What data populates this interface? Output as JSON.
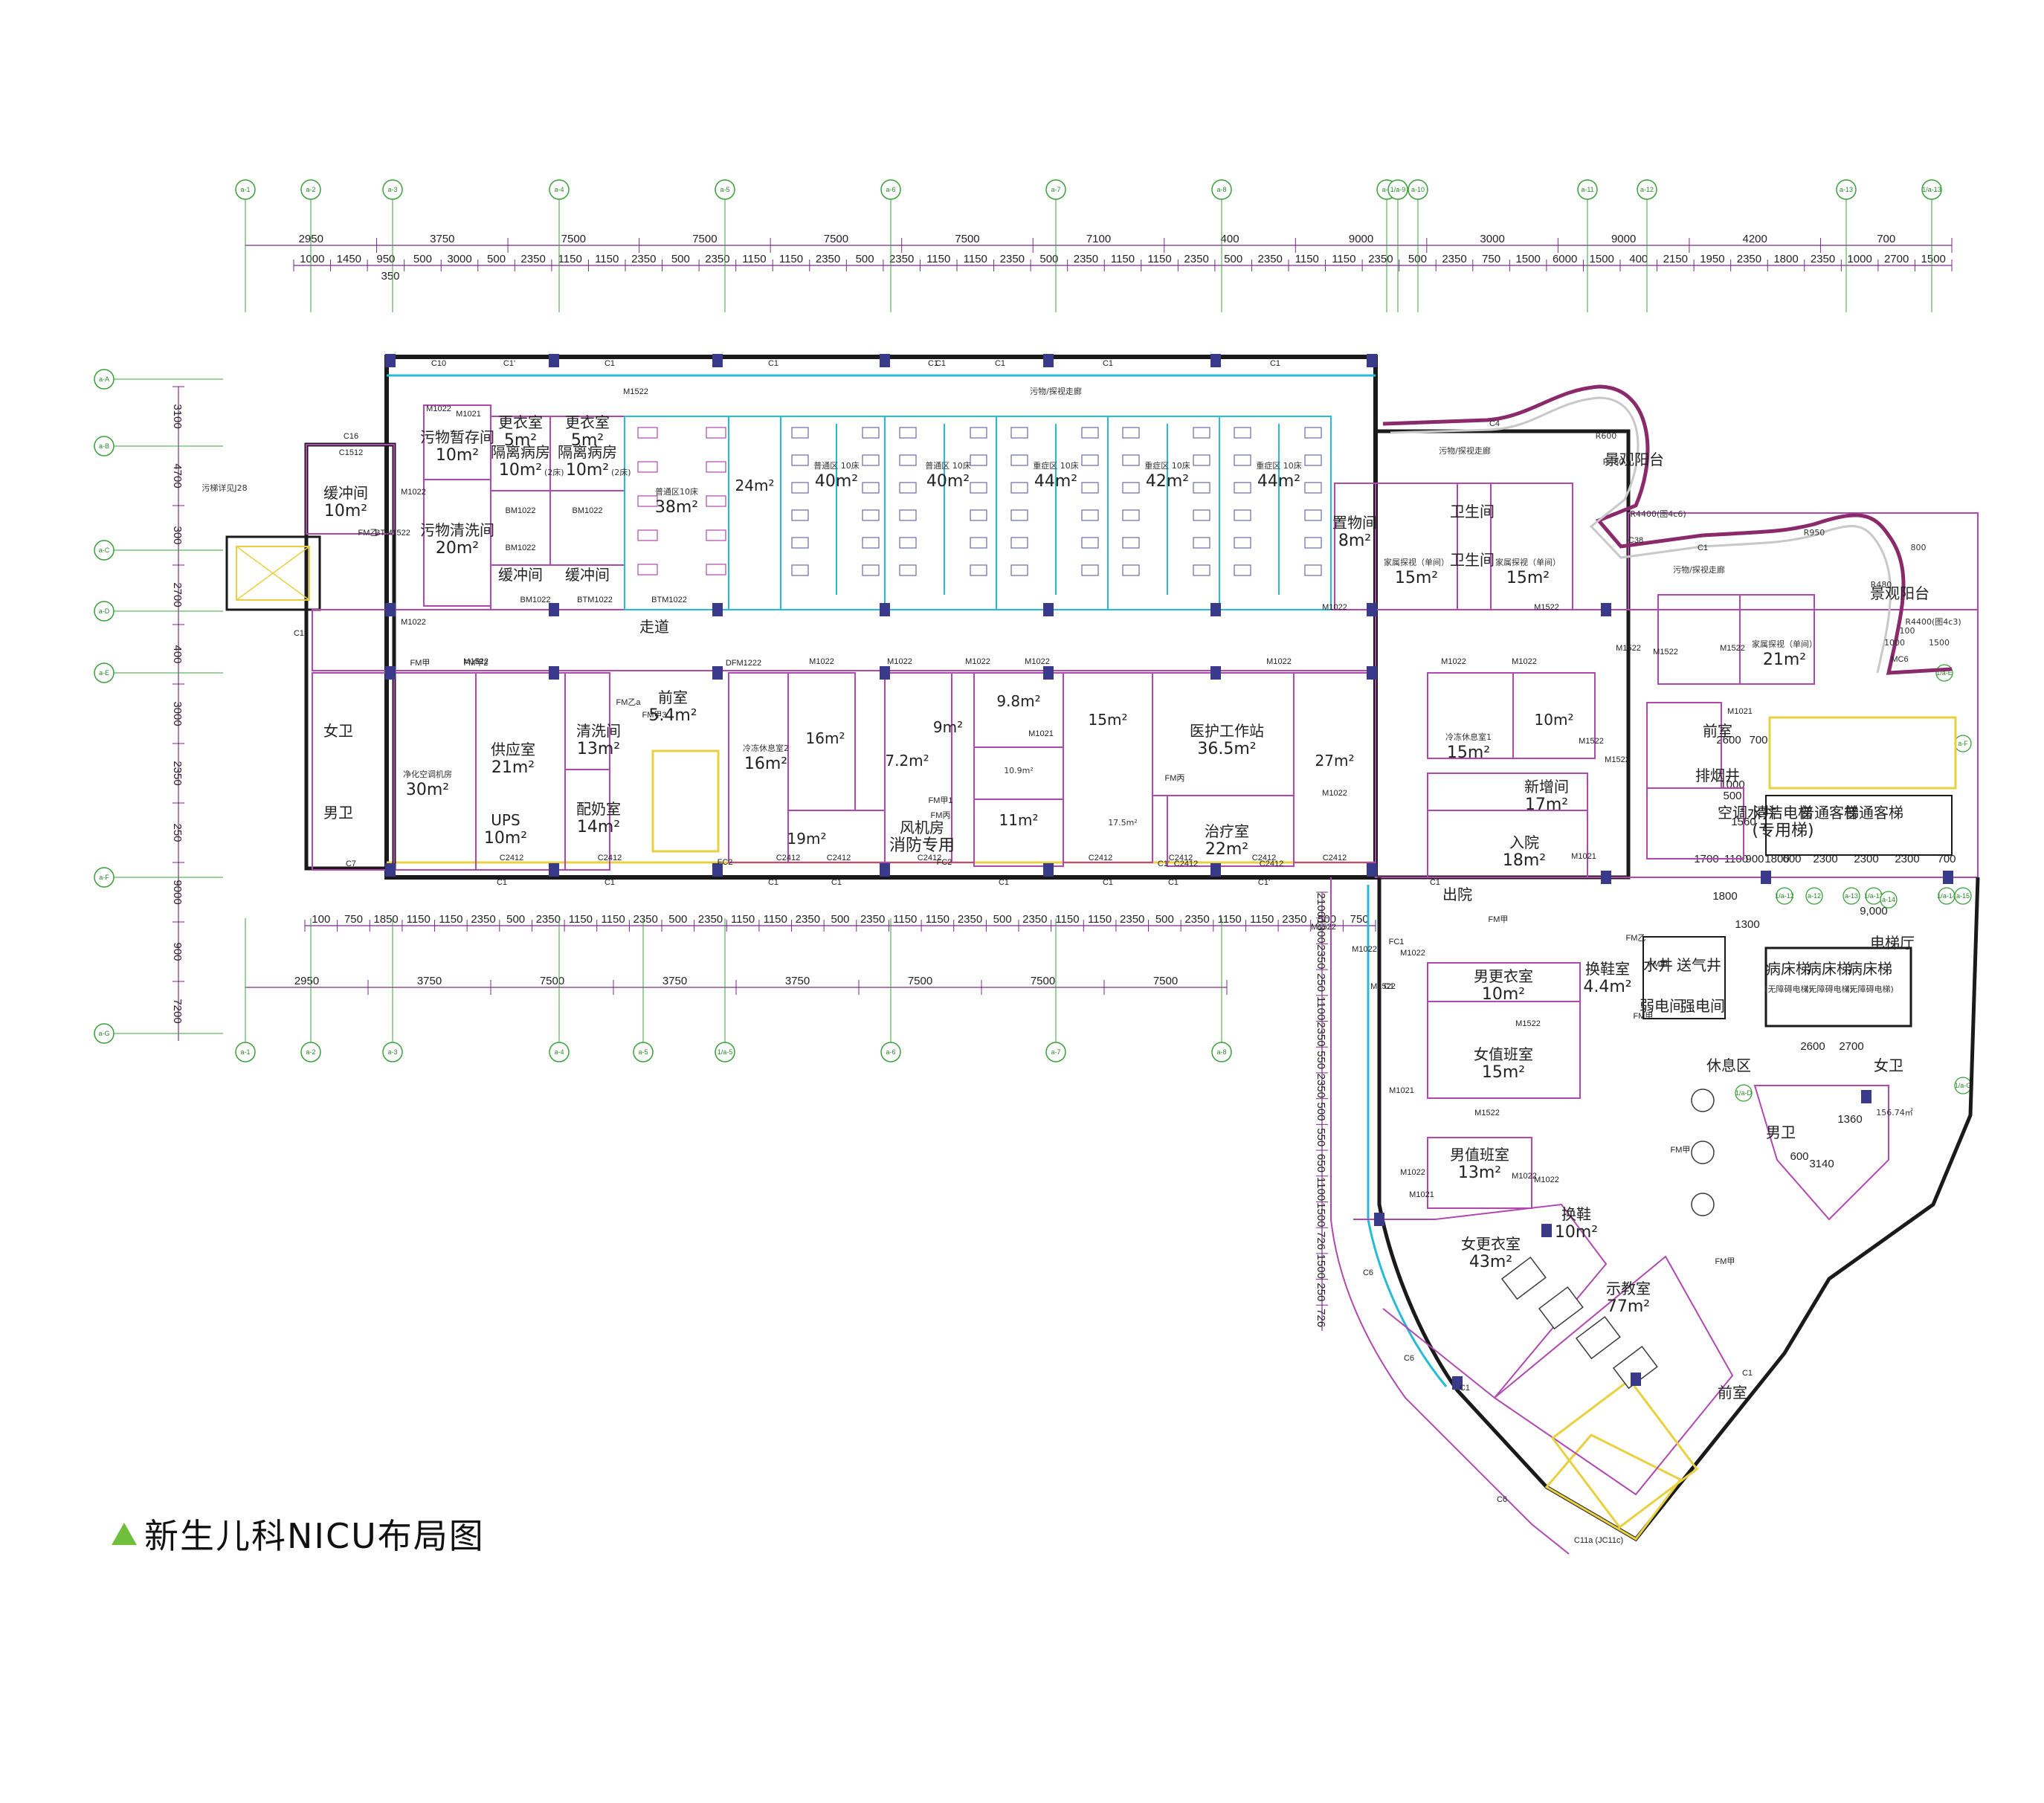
{
  "title": "新生儿科NICU布局图",
  "colors": {
    "wall": "#1a1a1a",
    "partition": "#b048b0",
    "glass": "#28b8d8",
    "axis": "#3aa03a",
    "dim_line": "#7a2a8a",
    "column": "#3a3a8a",
    "stair": "#e8d040",
    "accent": "#6fbf3c",
    "corridor_green": "#4fb040"
  },
  "dims_top_major": [
    "2950",
    "3750",
    "7500",
    "7500",
    "7500",
    "7500",
    "7100",
    "400",
    "9000",
    "3000",
    "9000",
    "4200",
    "700"
  ],
  "dims_top_minor": [
    "1000",
    "1450",
    "950",
    "500",
    "3000",
    "500",
    "2350",
    "1150",
    "1150",
    "2350",
    "500",
    "2350",
    "1150",
    "1150",
    "2350",
    "500",
    "2350",
    "1150",
    "1150",
    "2350",
    "500",
    "2350",
    "1150",
    "1150",
    "2350",
    "500",
    "2350",
    "1150",
    "1150",
    "2350",
    "500",
    "2350",
    "750",
    "1500",
    "6000",
    "1500",
    "400",
    "2150",
    "1950",
    "2350",
    "1800",
    "2350",
    "1000",
    "2700",
    "1500"
  ],
  "dim_350": "350",
  "dims_bottom_minor": [
    "100",
    "750",
    "1850",
    "1150",
    "1150",
    "2350",
    "500",
    "2350",
    "1150",
    "1150",
    "2350",
    "500",
    "2350",
    "1150",
    "1150",
    "2350",
    "500",
    "2350",
    "1150",
    "1150",
    "2350",
    "500",
    "2350",
    "1150",
    "1150",
    "2350",
    "500",
    "2350",
    "1150",
    "1150",
    "2350",
    "500",
    "750"
  ],
  "dims_bottom_major": [
    "2950",
    "3750",
    "7500",
    "3750",
    "3750",
    "7500",
    "7500",
    "7500"
  ],
  "dims_left": [
    "3100",
    "4700",
    "300",
    "2700",
    "400",
    "3000",
    "2350",
    "250",
    "9000",
    "900",
    "7200"
  ],
  "dims_right_mid": [
    "2600",
    "700",
    "1000",
    "500",
    "1560",
    "1700",
    "1100",
    "900",
    "1800",
    "600",
    "2300",
    "2300",
    "2300",
    "700",
    "1800",
    "1300",
    "2600",
    "2700",
    "9,000",
    "1360",
    "3140",
    "600"
  ],
  "dims_vertical_lower": [
    "2100",
    "1300",
    "2350",
    "250",
    "1100",
    "2350",
    "550",
    "2350",
    "500",
    "550",
    "650",
    "1100",
    "1500",
    "726",
    "1500",
    "250",
    "726"
  ],
  "area_labels": {
    "stair_area": "156.74㎡",
    "curve_r600": "R600",
    "curve_r480": "R480",
    "curve_r4400a": "R4400(图4c6)",
    "curve_r950": "R950",
    "curve_r480b": "R480",
    "curve_r4400b": "R4400(图4c3)",
    "label_800": "800",
    "label_1000": "1000",
    "label_1500": "1500",
    "label_100": "100"
  },
  "windows": [
    "C10",
    "C1'",
    "C1",
    "C1",
    "C1",
    "C1",
    "C1",
    "C1",
    "C1",
    "C4",
    "C38",
    "C1",
    "C16",
    "C1512",
    "C1",
    "C7",
    "C1",
    "C1",
    "C1",
    "C1",
    "C1",
    "C1",
    "C1",
    "C1'",
    "C1'",
    "C1",
    "C2412",
    "C2412",
    "C2412",
    "C2412",
    "C2412",
    "C2412",
    "C2412",
    "C2412",
    "C2412",
    "C2412",
    "C2412",
    "FC2",
    "FC2",
    "C6",
    "C6",
    "C6",
    "C1",
    "C11a (JC11c)",
    "MC6",
    "FC1",
    "C1",
    "C1"
  ],
  "rooms": [
    {
      "name": "缓冲间",
      "area": "10m²"
    },
    {
      "name": "污物暂存间",
      "area": "10m²"
    },
    {
      "name": "污物清洗间",
      "area": "20m²"
    },
    {
      "name": "更衣室",
      "area": "5m²"
    },
    {
      "name": "更衣室",
      "area": "5m²"
    },
    {
      "name": "隔离病房",
      "area": "10m²",
      "beds": "(2床)"
    },
    {
      "name": "隔离病房",
      "area": "10m²",
      "beds": "(2床)"
    },
    {
      "name": "缓冲间",
      "area": ""
    },
    {
      "name": "缓冲间",
      "area": ""
    },
    {
      "name": "普通区10床",
      "area": "38m²"
    },
    {
      "name": "24m²",
      "area": ""
    },
    {
      "name": "普通区 10床",
      "area": "40m²"
    },
    {
      "name": "普通区 10床",
      "area": "40m²"
    },
    {
      "name": "重症区 10床",
      "area": "44m²"
    },
    {
      "name": "重症区 10床",
      "area": "42m²"
    },
    {
      "name": "重症区 10床",
      "area": "44m²"
    },
    {
      "name": "置物间",
      "area": "8m²"
    },
    {
      "name": "家属探视（单间）",
      "area": "15m²"
    },
    {
      "name": "家属探视（单间）",
      "area": "15m²"
    },
    {
      "name": "家属探视（单间）",
      "area": "21m²"
    },
    {
      "name": "卫生间",
      "area": ""
    },
    {
      "name": "卫生间",
      "area": ""
    },
    {
      "name": "女卫",
      "area": ""
    },
    {
      "name": "男卫",
      "area": ""
    },
    {
      "name": "净化空调机房",
      "area": "30m²"
    },
    {
      "name": "供应室",
      "area": "21m²"
    },
    {
      "name": "UPS",
      "area": "10m²"
    },
    {
      "name": "清洗间",
      "area": "13m²"
    },
    {
      "name": "配奶室",
      "area": "14m²"
    },
    {
      "name": "前室",
      "area": "5.4m²"
    },
    {
      "name": "冷冻休息室2",
      "area": "16m²"
    },
    {
      "name": "16m²",
      "area": ""
    },
    {
      "name": "19m²",
      "area": ""
    },
    {
      "name": "7.2m²",
      "area": ""
    },
    {
      "name": "9m²",
      "area": ""
    },
    {
      "name": "风机房",
      "area": "消防专用"
    },
    {
      "name": "9.8m²",
      "area": ""
    },
    {
      "name": "10.9m²",
      "area": ""
    },
    {
      "name": "11m²",
      "area": ""
    },
    {
      "name": "15m²",
      "area": ""
    },
    {
      "name": "17.5m²",
      "area": ""
    },
    {
      "name": "医护工作站",
      "area": "36.5m²"
    },
    {
      "name": "治疗室",
      "area": "22m²"
    },
    {
      "name": "27m²",
      "area": ""
    },
    {
      "name": "冷冻休息室1",
      "area": "15m²"
    },
    {
      "name": "10m²",
      "area": ""
    },
    {
      "name": "新增间",
      "area": "17m²"
    },
    {
      "name": "入院",
      "area": "18m²"
    },
    {
      "name": "出院",
      "area": ""
    },
    {
      "name": "男更衣室",
      "area": "10m²"
    },
    {
      "name": "换鞋室",
      "area": "4.4m²"
    },
    {
      "name": "女值班室",
      "area": "15m²"
    },
    {
      "name": "男值班室",
      "area": "13m²"
    },
    {
      "name": "换鞋",
      "area": "10m²"
    },
    {
      "name": "女更衣室",
      "area": "43m²"
    },
    {
      "name": "示教室",
      "area": "77m²"
    },
    {
      "name": "前室",
      "area": ""
    },
    {
      "name": "男卫",
      "area": ""
    },
    {
      "name": "女卫",
      "area": ""
    },
    {
      "name": "休息区",
      "area": ""
    },
    {
      "name": "弱电间",
      "area": ""
    },
    {
      "name": "强电间",
      "area": ""
    },
    {
      "name": "水井",
      "area": ""
    },
    {
      "name": "送气井",
      "area": ""
    },
    {
      "name": "电梯厅",
      "area": ""
    },
    {
      "name": "病床梯",
      "area": "(无障碍电梯)"
    },
    {
      "name": "病床梯",
      "area": "(无障碍电梯)"
    },
    {
      "name": "病床梯",
      "area": "(无障碍电梯)"
    },
    {
      "name": "清洁电梯",
      "area": "(专用梯)"
    },
    {
      "name": "普通客梯",
      "area": ""
    },
    {
      "name": "普通客梯",
      "area": ""
    },
    {
      "name": "前室",
      "area": ""
    },
    {
      "name": "走道",
      "area": ""
    },
    {
      "name": "污物/探视走廊",
      "area": ""
    },
    {
      "name": "污物/探视走廊",
      "area": ""
    },
    {
      "name": "污物/探视走廊",
      "area": ""
    },
    {
      "name": "景观阳台",
      "area": ""
    },
    {
      "name": "景观阳台",
      "area": ""
    },
    {
      "name": "污梯详见J28",
      "area": ""
    },
    {
      "name": "空调水井",
      "area": ""
    },
    {
      "name": "排烟井",
      "area": ""
    }
  ],
  "doors": [
    "M1022",
    "M1022",
    "M1022",
    "M1022",
    "M1022",
    "M1022",
    "M1022",
    "M1022",
    "M1022",
    "M1022",
    "M1022",
    "M1022",
    "M1022",
    "M1022",
    "M1021",
    "M1022",
    "M1022",
    "M1022",
    "M1522",
    "M1522",
    "M1522",
    "M1522",
    "M1522",
    "M1522",
    "M1522",
    "M1522",
    "M1522",
    "M1522",
    "M1522",
    "M1522",
    "M1021",
    "M1021",
    "M1021",
    "M1021",
    "M1021",
    "BM1022",
    "BM1022",
    "BM1022",
    "BM1022",
    "BTM1022",
    "BTM1022",
    "BTM1522",
    "FM乙",
    "FM甲",
    "FM甲2",
    "FM甲3",
    "FM乙a",
    "FM甲1",
    "FM丙",
    "FM丙",
    "FM乙",
    "FM甲",
    "FM甲",
    "FM甲",
    "FM甲",
    "FM甲",
    "DFM1222"
  ],
  "columns_top": [
    "a-1",
    "a-2",
    "a-3",
    "a-4",
    "a-5",
    "a-6",
    "a-7",
    "a-8",
    "a-9",
    "1/a-9",
    "a-10",
    "a-11",
    "a-12",
    "a-13",
    "1/a-13"
  ],
  "columns_bottom": [
    "a-1",
    "a-2",
    "a-3",
    "a-4",
    "a-5",
    "1/a-5",
    "a-6",
    "a-7",
    "a-8"
  ],
  "columns_left": [
    "a-A",
    "a-B",
    "a-C",
    "a-D",
    "a-E",
    "a-F",
    "a-G"
  ],
  "columns_right": [
    "1/a-12",
    "a-12",
    "a-13",
    "1/a-13",
    "a-14",
    "1/a-14",
    "a-15",
    "1/a-D",
    "a-F",
    "1/a-E",
    "1/a-G"
  ]
}
